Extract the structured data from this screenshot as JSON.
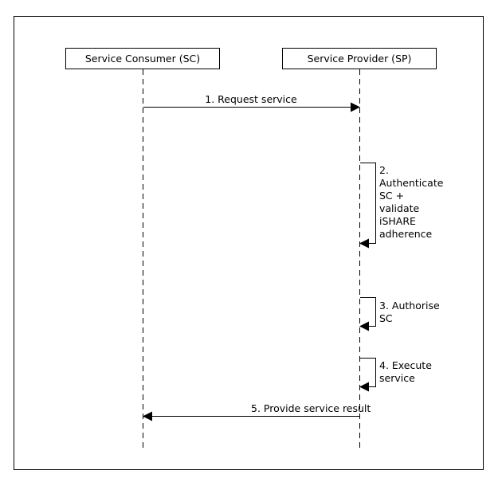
{
  "participants": [
    {
      "label": "Service Consumer (SC)"
    },
    {
      "label": "Service Provider (SP)"
    }
  ],
  "messages": [
    {
      "lines": [
        "1. Request service"
      ],
      "from": "SC",
      "to": "SP"
    },
    {
      "lines": [
        "2.",
        "Authenticate",
        "SC +",
        "validate",
        "iSHARE",
        "adherence"
      ],
      "from": "SP",
      "to": "SP"
    },
    {
      "lines": [
        "3. Authorise",
        "SC"
      ],
      "from": "SP",
      "to": "SP"
    },
    {
      "lines": [
        "4. Execute",
        "service"
      ],
      "from": "SP",
      "to": "SP"
    },
    {
      "lines": [
        "5. Provide service result"
      ],
      "from": "SP",
      "to": "SC"
    }
  ]
}
